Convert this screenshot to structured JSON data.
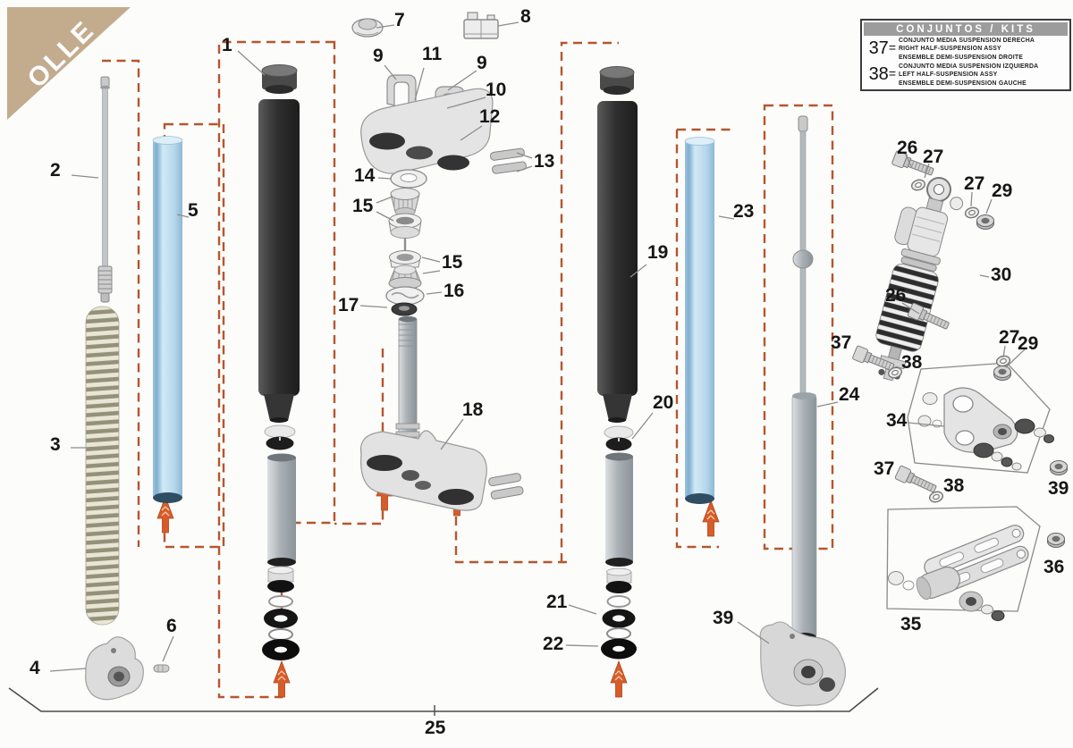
{
  "brand": {
    "logo": "OLLE"
  },
  "legend": {
    "title": "CONJUNTOS / KITS",
    "rows": [
      {
        "num": "37",
        "sep": "=",
        "l1": "CONJUNTO MEDIA SUSPENSION DERECHA",
        "l2": "RIGHT HALF-SUSPENSION ASSY",
        "l3": "ENSEMBLE DEMI-SUSPENSION DROITE"
      },
      {
        "num": "38",
        "sep": "=",
        "l1": "CONJUNTO MEDIA SUSPENSION IZQUIERDA",
        "l2": "LEFT HALF-SUSPENSION ASSY",
        "l3": "ENSEMBLE DEMI-SUSPENSION GAUCHE"
      }
    ]
  },
  "callouts": {
    "c1": "1",
    "c2": "2",
    "c3": "3",
    "c4": "4",
    "c5": "5",
    "c6": "6",
    "c7": "7",
    "c8": "8",
    "c9a": "9",
    "c9b": "9",
    "c10": "10",
    "c11": "11",
    "c12": "12",
    "c13": "13",
    "c14": "14",
    "c15a": "15",
    "c15b": "15",
    "c16": "16",
    "c17": "17",
    "c18": "18",
    "c19": "19",
    "c20": "20",
    "c21": "21",
    "c22": "22",
    "c23": "23",
    "c24": "24",
    "c25": "25",
    "c26a": "26",
    "c26b": "26",
    "c27a": "27",
    "c27b": "27",
    "c27c": "27",
    "c29a": "29",
    "c29b": "29",
    "c30": "30",
    "c34": "34",
    "c35": "35",
    "c36": "36",
    "c37a": "37",
    "c37b": "37",
    "c38a": "38",
    "c38b": "38",
    "c39a": "39",
    "c39b": "39"
  },
  "colors": {
    "dashed_kit_outline": "#b4572e",
    "insert_arrow": "#d85c28",
    "logo_background": "#c3ab8e",
    "legend_header_background": "#9c9c9c",
    "blue_tube": "#b9d9ec",
    "dark_tube": "#303030",
    "fork_spring": "#97947c"
  }
}
